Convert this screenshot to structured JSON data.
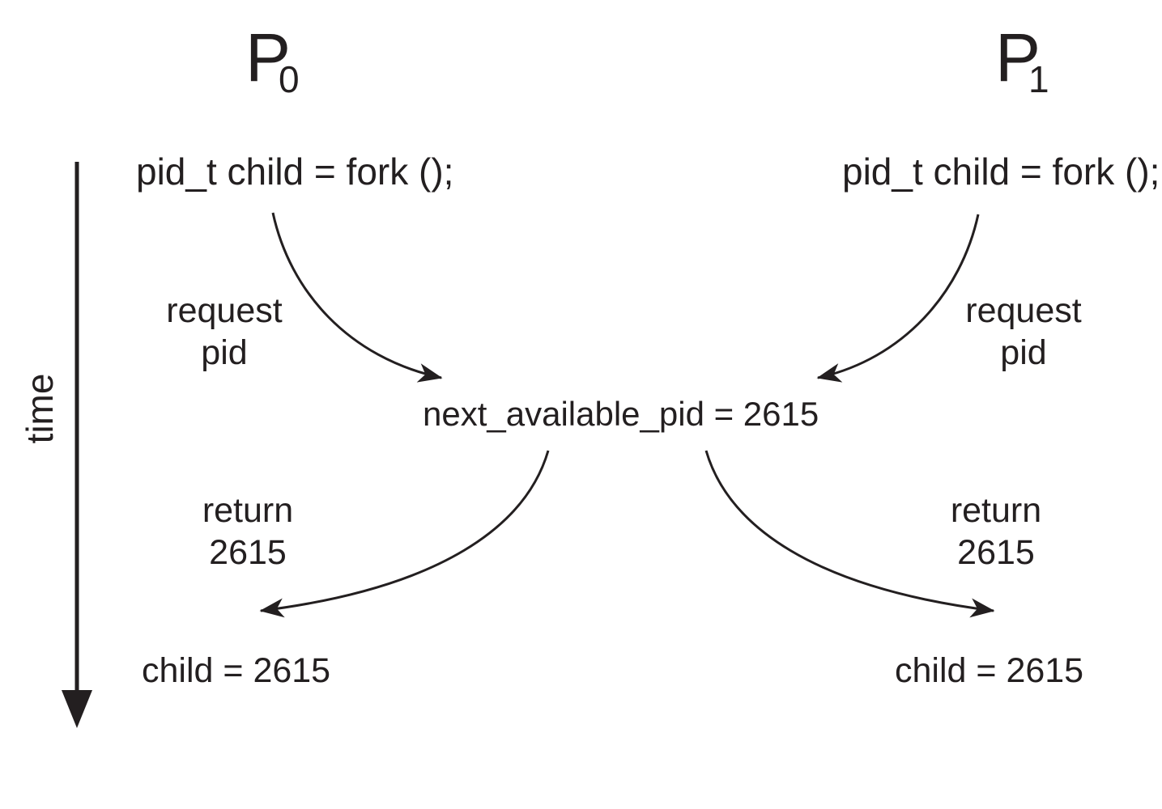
{
  "colors": {
    "ink": "#231f20",
    "background": "#ffffff"
  },
  "time_axis": {
    "label": "time"
  },
  "processes": {
    "p0": {
      "symbol": "P",
      "subscript": "0",
      "code": "pid_t child = fork ();",
      "request_label": [
        "request",
        "pid"
      ],
      "return_label": [
        "return",
        "2615"
      ],
      "result": "child = 2615"
    },
    "p1": {
      "symbol": "P",
      "subscript": "1",
      "code": "pid_t child = fork ();",
      "request_label": [
        "request",
        "pid"
      ],
      "return_label": [
        "return",
        "2615"
      ],
      "result": "child = 2615"
    }
  },
  "shared": {
    "kernel_variable": "next_available_pid = 2615"
  }
}
